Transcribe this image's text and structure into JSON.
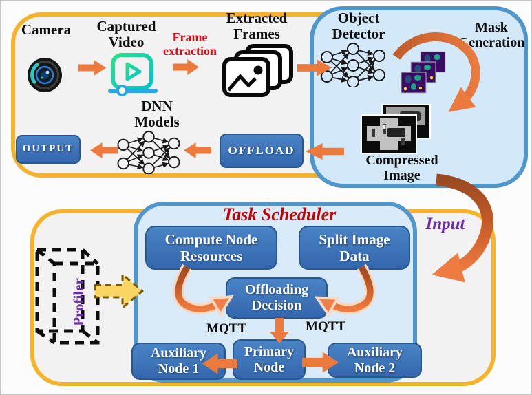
{
  "top_section": {
    "camera_label": "Camera",
    "captured_video_label": "Captured\nVideo",
    "frame_extraction_label": "Frame\nextraction",
    "extracted_frames_label": "Extracted\nFrames",
    "dnn_models_label": "DNN\nModels",
    "output_button": "OUTPUT",
    "offload_button": "OFFLOAD"
  },
  "detector_box": {
    "object_detector_label": "Object\nDetector",
    "mask_generation_label": "Mask\nGeneration",
    "compressed_image_label": "Compressed\nImage"
  },
  "scheduler_box": {
    "title": "Task Scheduler",
    "compute_node_button": "Compute Node\nResources",
    "split_image_button": "Split Image\nData",
    "offloading_decision_button": "Offloading\nDecision",
    "mqtt_left_label": "MQTT",
    "mqtt_right_label": "MQTT",
    "auxiliary_node1_button": "Auxiliary\nNode 1",
    "primary_node_button": "Primary\nNode",
    "auxiliary_node2_button": "Auxiliary\nNode 2"
  },
  "profiler_label": "Profiler",
  "input_label": "Input",
  "icons": [
    "camera-lens-icon",
    "video-player-icon",
    "video-slider-icon",
    "image-frames-icon",
    "neural-network-icon",
    "mask-plots-icon",
    "compressed-image-icon",
    "profiler-dashed-box-icon",
    "yellow-dashed-arrow-icon",
    "orange-flow-arrows"
  ],
  "colors": {
    "section_border_yellow": "#F5B32B",
    "section_fill_gray": "#F2F2F2",
    "panel_border_blue": "#4E96CB",
    "panel_fill_blue": "#D3E8F8",
    "node_button_blue": "#3B72B8",
    "arrow_orange": "#EC7A3D",
    "arrow_dark_orange": "#B5522A",
    "frame_extraction_red": "#E30613",
    "task_scheduler_red": "#C00404",
    "accent_purple": "#6F2DA8",
    "play_icon_teal": "#17D6A4",
    "slider_blue": "#2BA7E8",
    "profiler_arrow_yellow": "#FBD564"
  }
}
